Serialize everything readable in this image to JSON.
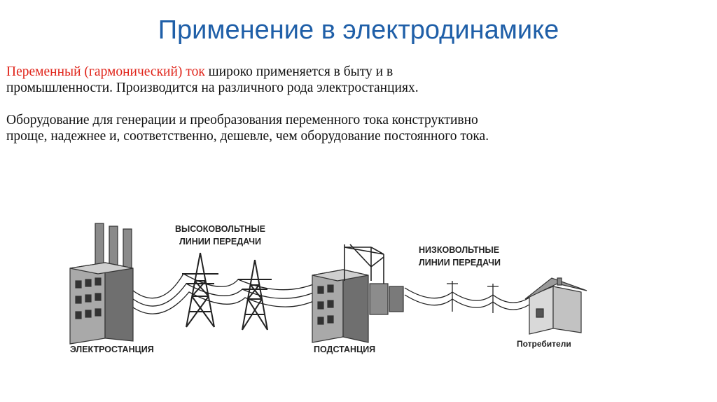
{
  "slide": {
    "title": "Применение в электродинамике",
    "p1_highlight": "Переменный (гармонический) ток",
    "p1_rest_a": " широко применяется в быту и в",
    "p1_rest_b": "промышленности. Производится на различного рода электростанциях.",
    "p2_a": "Оборудование для генерации и преобразования переменного тока конструктивно",
    "p2_b": "проще, надежнее и, соответственно, дешевле, чем оборудование постоянного тока."
  },
  "diagram": {
    "hv_label_1": "ВЫСОКОВОЛЬТНЫЕ",
    "hv_label_2": "ЛИНИИ ПЕРЕДАЧИ",
    "lv_label_1": "НИЗКОВОЛЬТНЫЕ",
    "lv_label_2": "ЛИНИИ ПЕРЕДАЧИ",
    "station_label": "ЭЛЕКТРОСТАНЦИЯ",
    "substation_label": "ПОДСТАНЦИЯ",
    "consumer_label": "Потребители"
  },
  "colors": {
    "title": "#1f5fa8",
    "highlight": "#e0251b"
  }
}
